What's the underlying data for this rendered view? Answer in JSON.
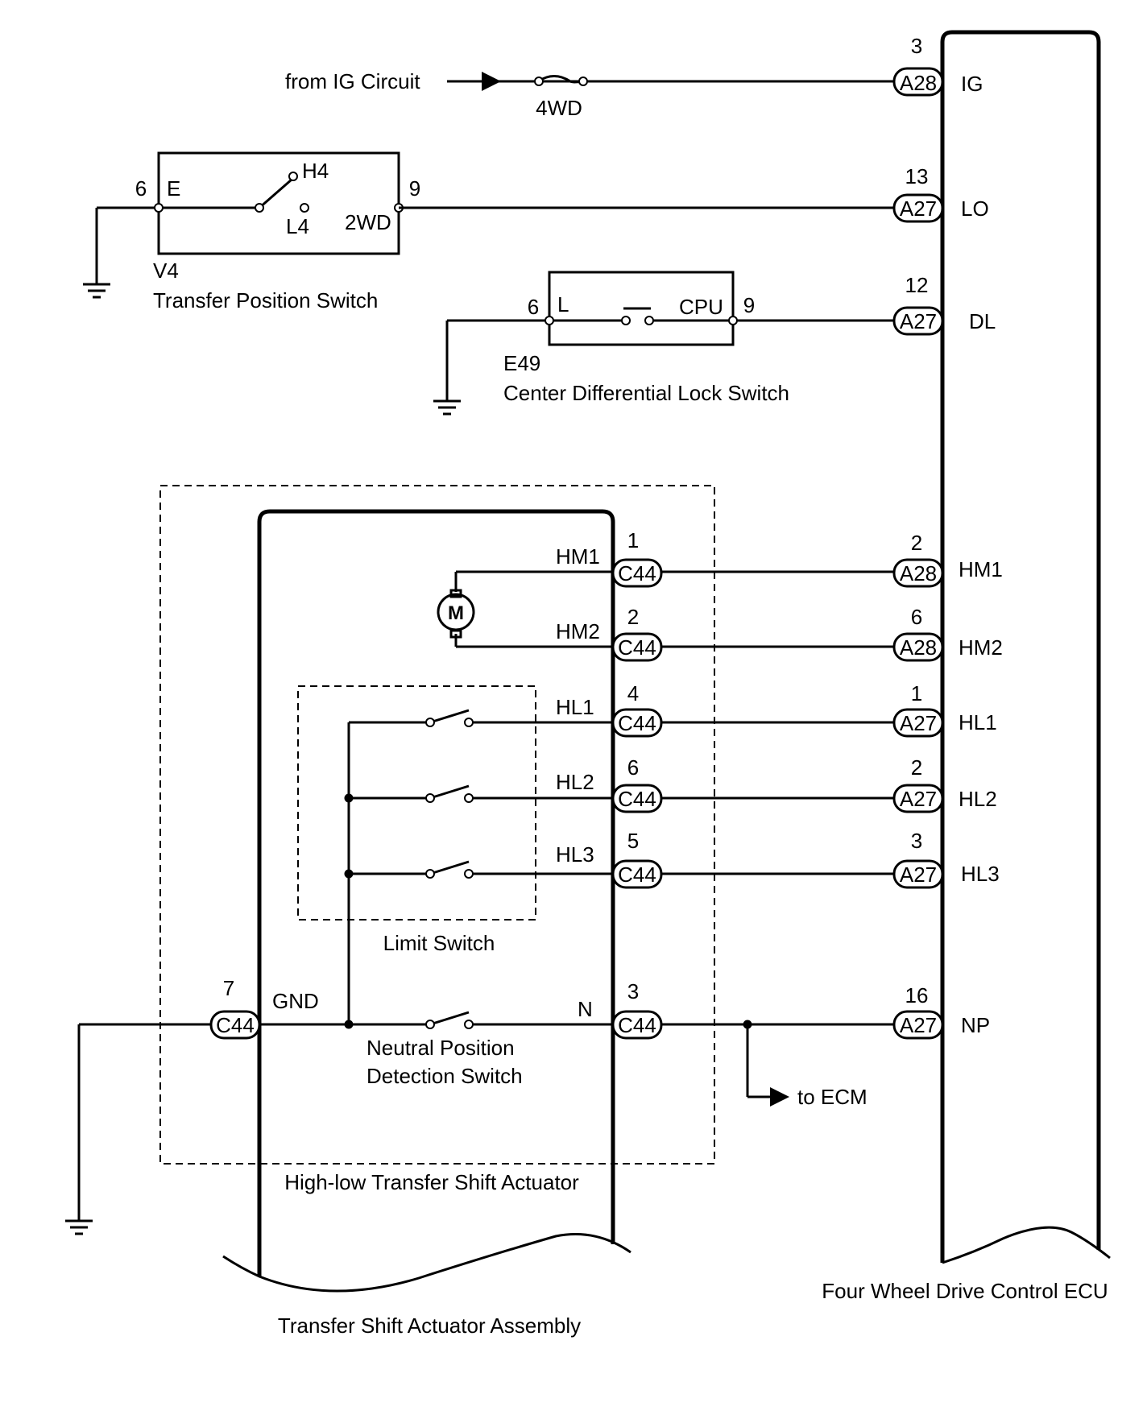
{
  "ecu": {
    "name": "Four Wheel Drive Control ECU",
    "pins": [
      {
        "connector": "A28",
        "pin": "3",
        "signal": "IG"
      },
      {
        "connector": "A27",
        "pin": "13",
        "signal": "LO"
      },
      {
        "connector": "A27",
        "pin": "12",
        "signal": "DL"
      },
      {
        "connector": "A28",
        "pin": "2",
        "signal": "HM1"
      },
      {
        "connector": "A28",
        "pin": "6",
        "signal": "HM2"
      },
      {
        "connector": "A27",
        "pin": "1",
        "signal": "HL1"
      },
      {
        "connector": "A27",
        "pin": "2",
        "signal": "HL2"
      },
      {
        "connector": "A27",
        "pin": "3",
        "signal": "HL3"
      },
      {
        "connector": "A27",
        "pin": "16",
        "signal": "NP"
      }
    ]
  },
  "ig_circuit": {
    "source": "from IG Circuit",
    "fuse": "4WD"
  },
  "transfer_position_switch": {
    "id": "V4",
    "name": "Transfer Position Switch",
    "pin_left": "6",
    "pin_right": "9",
    "label_left": "E",
    "contact_h": "H4",
    "contact_l": "L4",
    "label_right": "2WD"
  },
  "center_diff_lock_switch": {
    "id": "E49",
    "name": "Center Differential Lock Switch",
    "pin_left": "6",
    "pin_right": "9",
    "label_left": "L",
    "label_right": "CPU"
  },
  "actuator": {
    "name": "High-low Transfer Shift Actuator",
    "assembly_name": "Transfer Shift Actuator Assembly",
    "connector": "C44",
    "motor_label": "M",
    "limit_switch_label": "Limit Switch",
    "neutral_switch_label_1": "Neutral Position",
    "neutral_switch_label_2": "Detection Switch",
    "gnd_pin": "7",
    "gnd_label": "GND",
    "pins": [
      {
        "pin": "1",
        "signal": "HM1"
      },
      {
        "pin": "2",
        "signal": "HM2"
      },
      {
        "pin": "4",
        "signal": "HL1"
      },
      {
        "pin": "6",
        "signal": "HL2"
      },
      {
        "pin": "5",
        "signal": "HL3"
      },
      {
        "pin": "3",
        "signal": "N"
      }
    ]
  },
  "to_ecm": "to ECM"
}
